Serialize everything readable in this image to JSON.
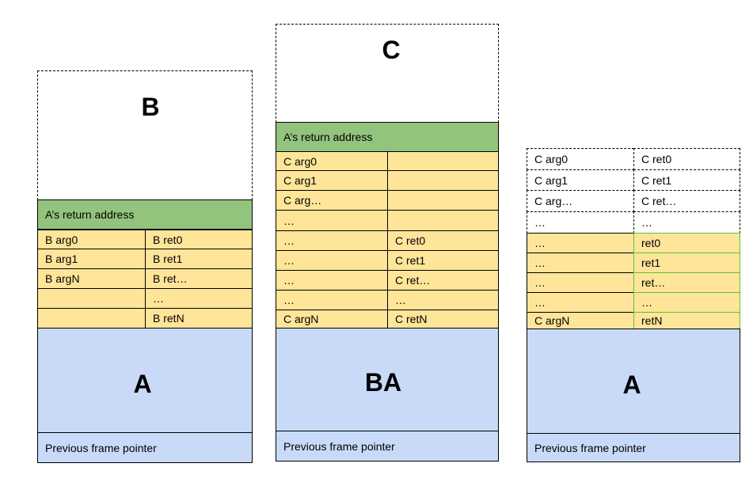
{
  "left": {
    "top_label": "B",
    "return_address": "A’s return address",
    "rows": [
      [
        "B arg0",
        "B ret0"
      ],
      [
        "B arg1",
        "B ret1"
      ],
      [
        "B argN",
        "B ret…"
      ],
      [
        "",
        "…"
      ],
      [
        "",
        "B retN"
      ]
    ],
    "frame_label": "A",
    "prev_pointer": "Previous frame pointer"
  },
  "middle": {
    "top_label": "C",
    "return_address": "A’s return address",
    "rows": [
      [
        "C arg0",
        ""
      ],
      [
        "C arg1",
        ""
      ],
      [
        "C arg…",
        ""
      ],
      [
        "…",
        ""
      ],
      [
        "…",
        "C ret0"
      ],
      [
        "…",
        "C ret1"
      ],
      [
        "…",
        "C ret…"
      ],
      [
        "…",
        "…"
      ],
      [
        "C argN",
        "C retN"
      ]
    ],
    "frame_label": "BA",
    "prev_pointer": "Previous frame pointer"
  },
  "right": {
    "dashed_rows": [
      [
        "C arg0",
        "C ret0"
      ],
      [
        "C arg1",
        "C ret1"
      ],
      [
        "C arg…",
        "C ret…"
      ],
      [
        "…",
        "…"
      ]
    ],
    "rows": [
      [
        "…",
        "ret0"
      ],
      [
        "…",
        "ret1"
      ],
      [
        "…",
        "ret…"
      ],
      [
        "…",
        "…"
      ],
      [
        "C argN",
        "retN"
      ]
    ],
    "frame_label": "A",
    "prev_pointer": "Previous frame pointer"
  }
}
